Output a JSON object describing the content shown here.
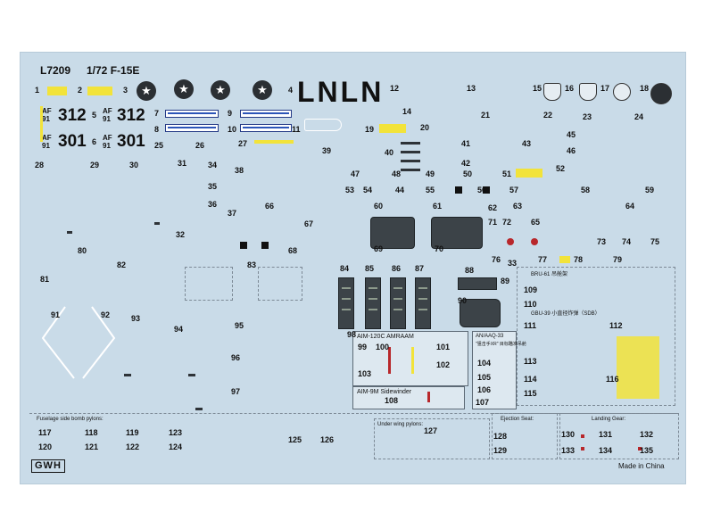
{
  "sheet": {
    "code": "L7209",
    "scale_title": "1/72 F-15E",
    "tail_text": "LNLN",
    "made_in": "Made in China",
    "brand": "GWH",
    "serials": {
      "a_top": "312",
      "a_bot": "301",
      "af": "AF",
      "year": "91"
    }
  },
  "sections": {
    "aim120": "AIM-120C AMRAAM",
    "aim9": "AIM-9M Sidewinder",
    "anaaq": "AN/AAQ-33",
    "anaaq_sub": "\"狙击手XR\" 目标瞄准吊舱",
    "bru": "BRU-61 吊舱架",
    "gbu": "GBU-39 小直径炸弹（SDB）",
    "fuselage_pylons": "Fuselage side bomb pylons:",
    "underwing_pylons": "Under wing pylons:",
    "ejection": "Ejection Seat:",
    "landing": "Landing Gear:"
  },
  "numbers": [
    "1",
    "2",
    "3",
    "4",
    "5",
    "6",
    "7",
    "8",
    "9",
    "10",
    "11",
    "12",
    "13",
    "14",
    "15",
    "16",
    "17",
    "18",
    "19",
    "20",
    "21",
    "22",
    "23",
    "24",
    "25",
    "26",
    "27",
    "28",
    "29",
    "30",
    "31",
    "32",
    "33",
    "34",
    "35",
    "36",
    "37",
    "38",
    "39",
    "40",
    "41",
    "42",
    "43",
    "44",
    "45",
    "46",
    "47",
    "48",
    "49",
    "50",
    "51",
    "52",
    "53",
    "54",
    "55",
    "56",
    "57",
    "58",
    "59",
    "60",
    "61",
    "62",
    "63",
    "64",
    "65",
    "66",
    "67",
    "68",
    "69",
    "70",
    "71",
    "72",
    "73",
    "74",
    "75",
    "76",
    "77",
    "78",
    "79",
    "80",
    "81",
    "82",
    "83",
    "84",
    "85",
    "86",
    "87",
    "88",
    "89",
    "90",
    "91",
    "92",
    "93",
    "94",
    "95",
    "96",
    "97",
    "98",
    "99",
    "100",
    "101",
    "102",
    "103",
    "104",
    "105",
    "106",
    "107",
    "108",
    "109",
    "110",
    "111",
    "112",
    "113",
    "114",
    "115",
    "116",
    "117",
    "118",
    "119",
    "120",
    "121",
    "122",
    "123",
    "124",
    "125",
    "126",
    "127",
    "128",
    "129",
    "130",
    "131",
    "132",
    "133",
    "134",
    "135"
  ],
  "colors": {
    "sheet": "#c9dbe8",
    "yellow": "#f2e33a",
    "blue": "#2c55b8",
    "red": "#b8272b"
  }
}
